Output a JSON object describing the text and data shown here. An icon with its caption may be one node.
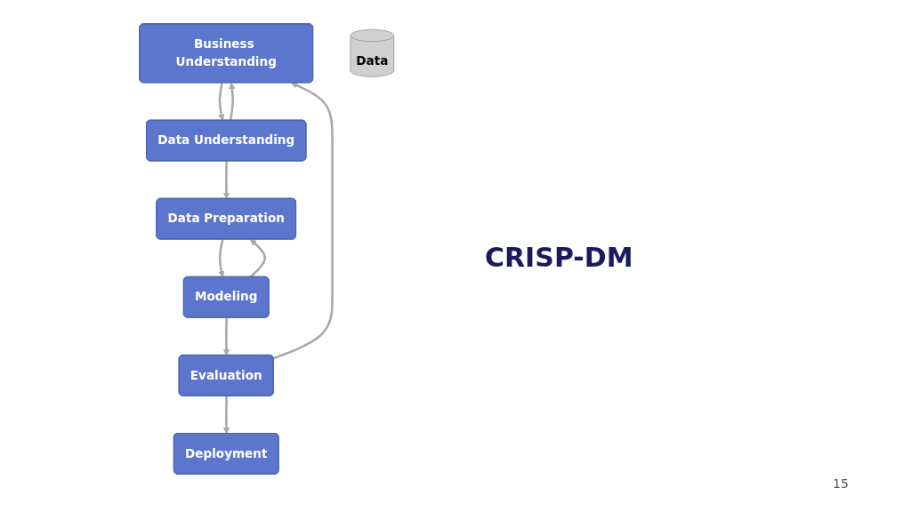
{
  "diagram": {
    "title": "CRISP-DM",
    "nodes": [
      {
        "text": [
          "Business Understanding"
        ]
      },
      {
        "text": [
          "Data Understanding"
        ]
      },
      {
        "text": [
          "Data Preparation"
        ]
      },
      {
        "text": [
          "Deployment"
        ]
      },
      {
        "text": [
          "Data"
        ]
      },
      {
        "text": [
          "Modeling"
        ]
      },
      {
        "text": [
          "Evaluation"
        ]
      }
    ],
    "edges": [
      {
        "from": 0,
        "to": 1,
        "arrow": "to"
      },
      {
        "from": 1,
        "to": 0,
        "arrow": "to"
      },
      {
        "from": 1,
        "to": 2,
        "arrow": "to"
      },
      {
        "from": 5,
        "to": 2,
        "arrow": "to"
      },
      {
        "from": 2,
        "to": 5,
        "arrow": "to"
      },
      {
        "from": 5,
        "to": 6,
        "arrow": "to"
      },
      {
        "from": 6,
        "to": 0,
        "arrow": "to"
      },
      {
        "from": 6,
        "to": 3,
        "arrow": "to"
      }
    ],
    "labels": [
      "15"
    ]
  }
}
